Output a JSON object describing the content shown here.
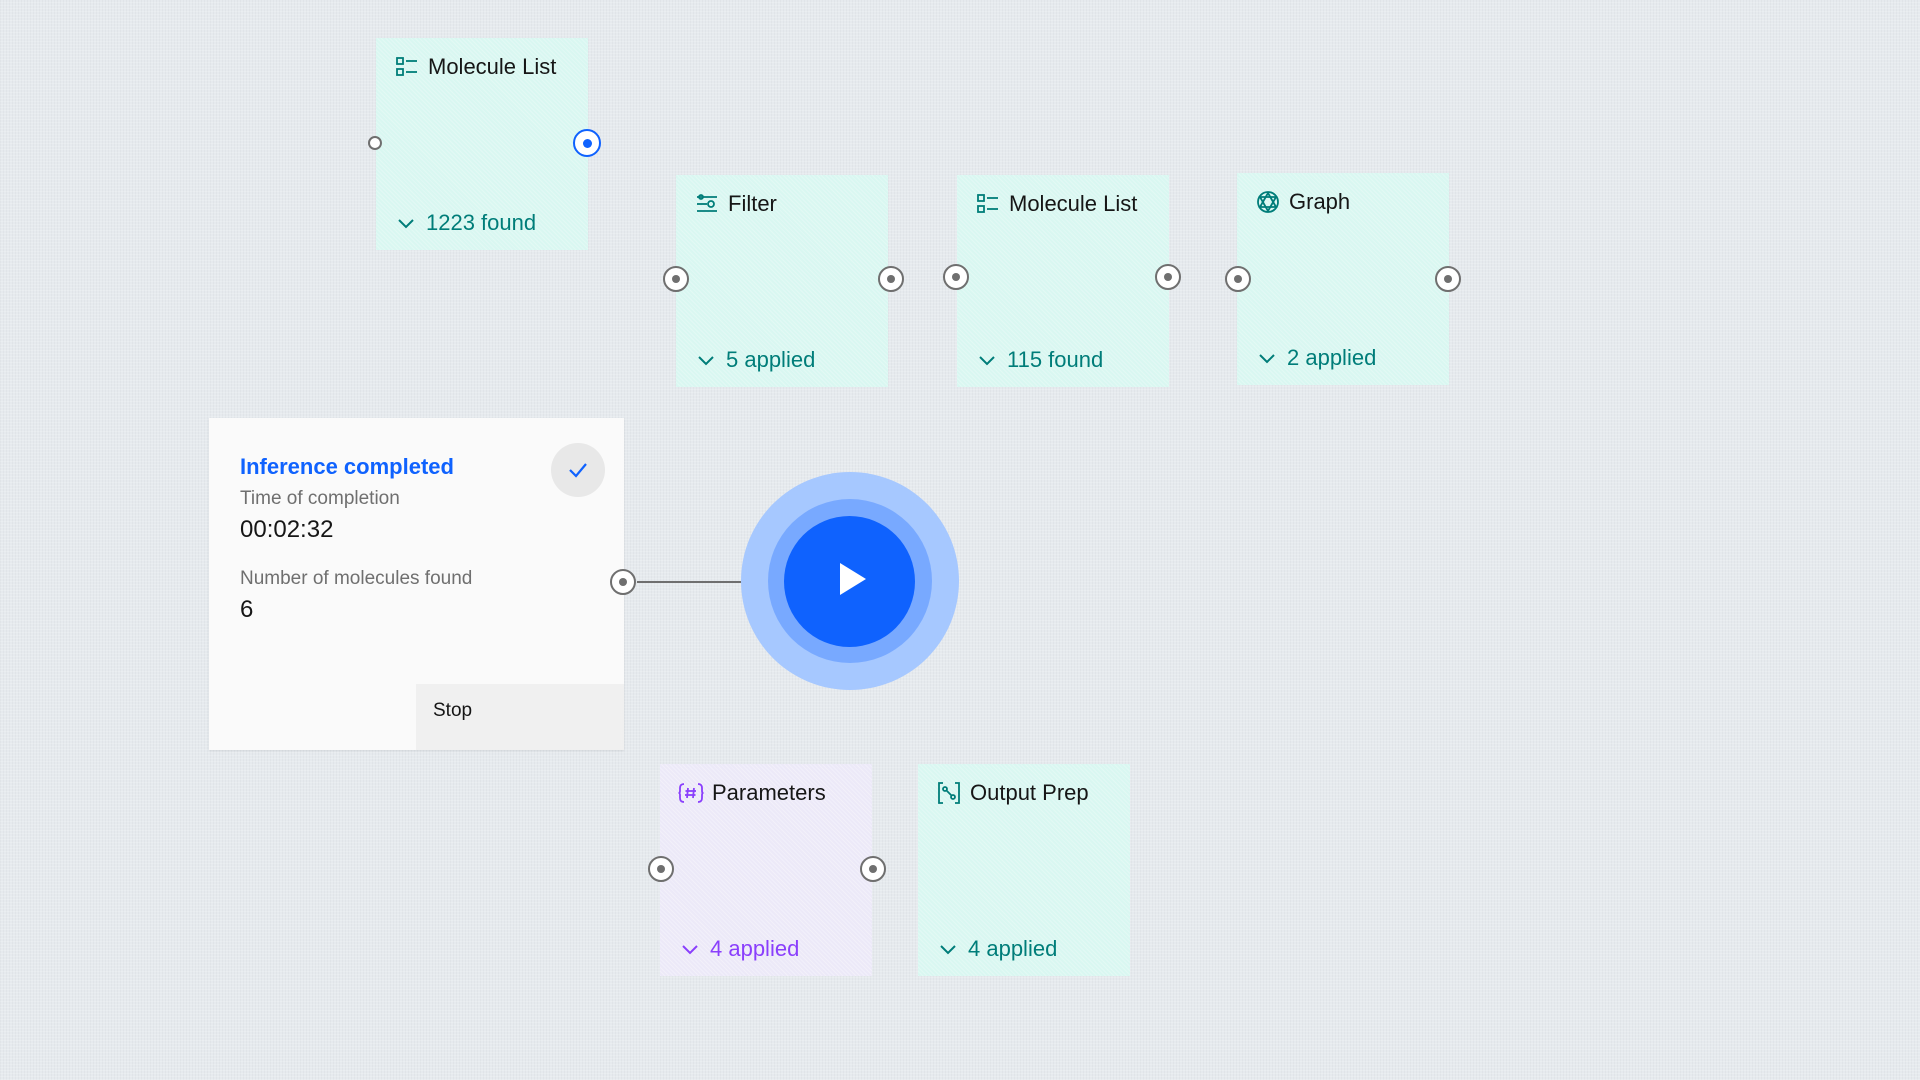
{
  "nodes": {
    "molecule_list_1": {
      "title": "Molecule List",
      "footer": "1223 found",
      "icon": "list-icon"
    },
    "filter": {
      "title": "Filter",
      "footer": "5 applied",
      "icon": "filter-icon"
    },
    "molecule_list_2": {
      "title": "Molecule List",
      "footer": "115 found",
      "icon": "list-icon"
    },
    "graph": {
      "title": "Graph",
      "footer": "2 applied",
      "icon": "graph-icon"
    },
    "parameters": {
      "title": "Parameters",
      "footer": "4 applied",
      "icon": "parameters-icon"
    },
    "output_prep": {
      "title": "Output Prep",
      "footer": "4 applied",
      "icon": "output-prep-icon"
    }
  },
  "inference_card": {
    "title": "Inference completed",
    "time_label": "Time of completion",
    "time_value": "00:02:32",
    "molecules_label": "Number of molecules found",
    "molecules_value": "6",
    "stop_label": "Stop"
  },
  "colors": {
    "teal_text": "#007d79",
    "purple_text": "#8a3ffc",
    "primary_blue": "#0f62fe",
    "node_teal_bg": "#d9f7f1",
    "node_purple_bg": "#ece9f8",
    "canvas_bg": "#e6eaee"
  }
}
